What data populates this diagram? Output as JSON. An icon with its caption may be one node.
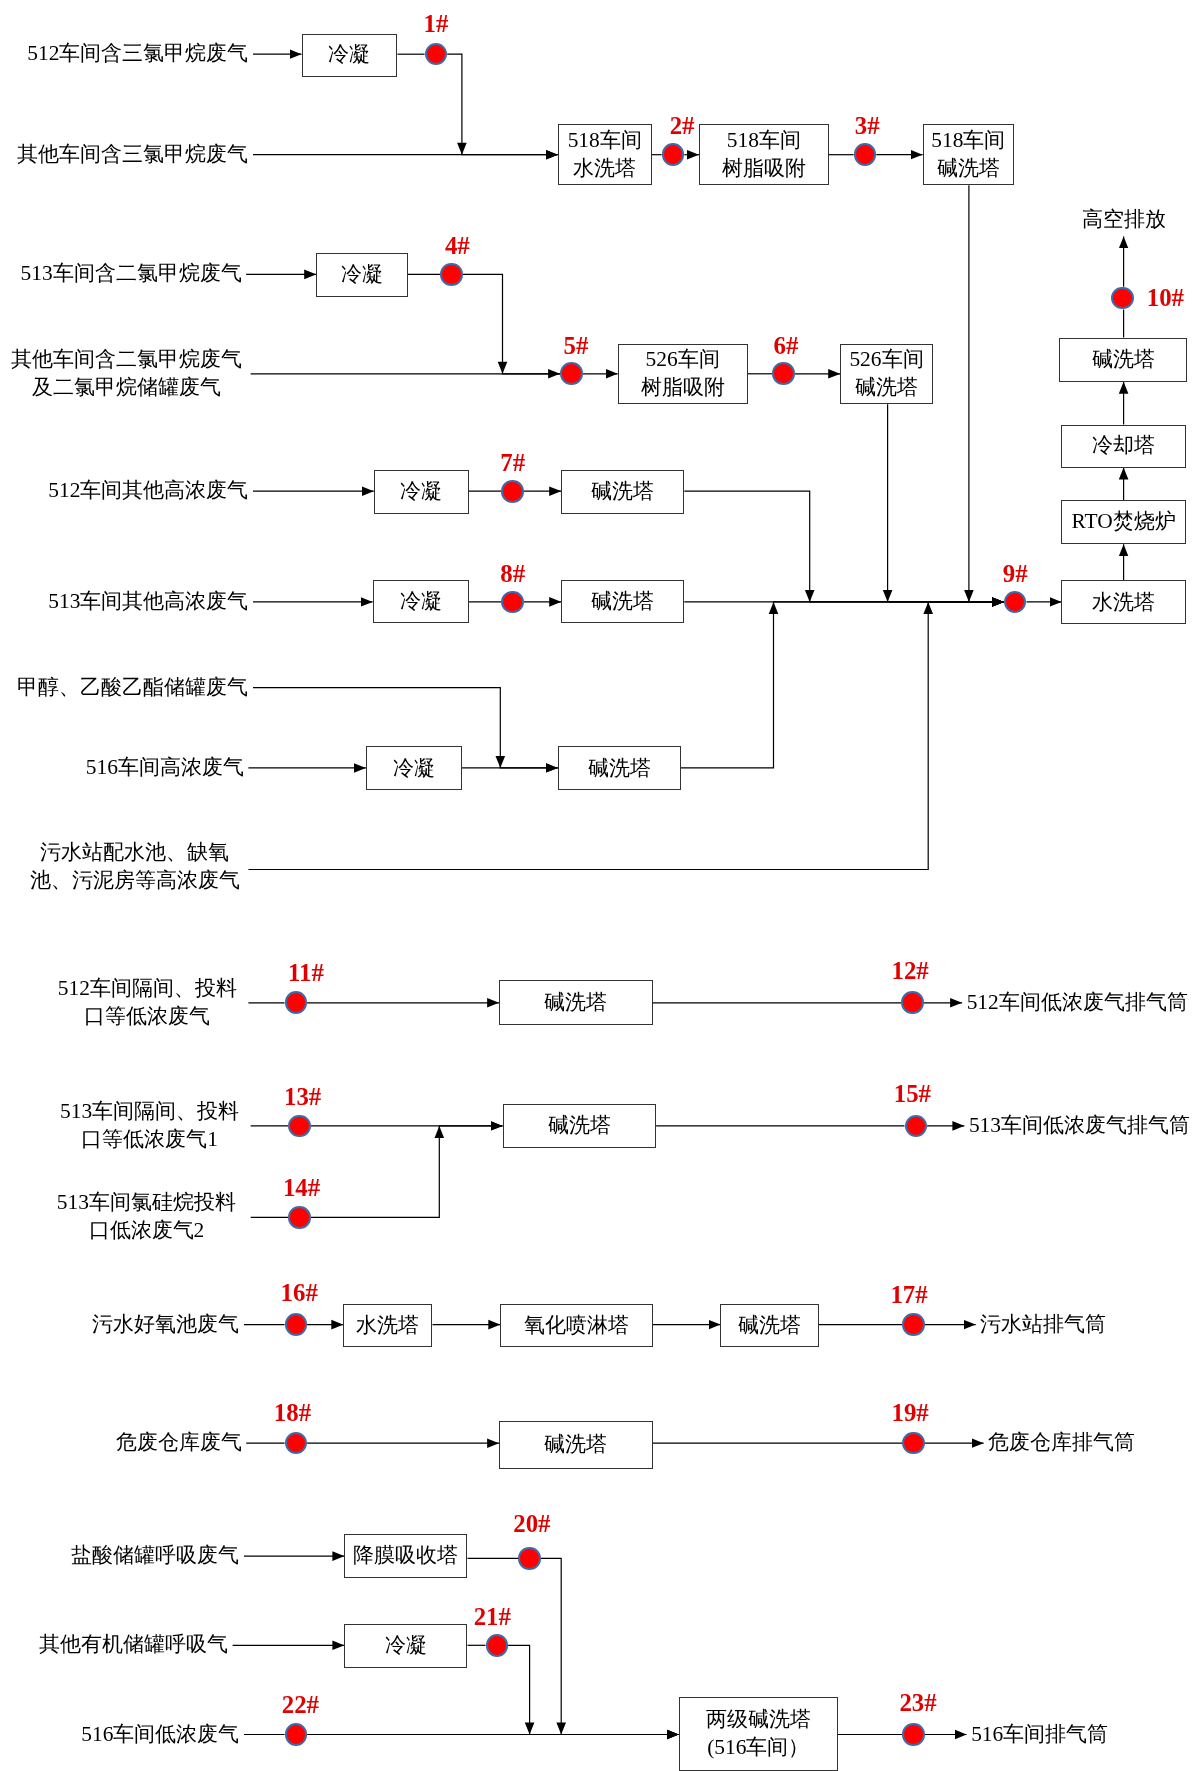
{
  "diagram": {
    "nodes": [
      {
        "text": [
          "512车间含三氯甲烷废气"
        ]
      },
      {
        "text": [
          "冷凝"
        ]
      },
      {
        "text": [
          "1#"
        ]
      },
      {
        "text": [
          "其他车间含三氯甲烷废气"
        ]
      },
      {
        "text": [
          "518车间水洗塔"
        ]
      },
      {
        "text": [
          "2#"
        ]
      },
      {
        "text": [
          "518车间树脂吸附"
        ]
      },
      {
        "text": [
          "3#"
        ]
      },
      {
        "text": [
          "518车间碱洗塔"
        ]
      },
      {
        "text": [
          "513车间含二氯甲烷废气"
        ]
      },
      {
        "text": [
          "冷凝"
        ]
      },
      {
        "text": [
          "4#"
        ]
      },
      {
        "text": [
          "其他车间含二氯甲烷废气及二氯甲烷储罐废气"
        ]
      },
      {
        "text": [
          "5#"
        ]
      },
      {
        "text": [
          "526车间树脂吸附"
        ]
      },
      {
        "text": [
          "6#"
        ]
      },
      {
        "text": [
          "526车间碱洗塔"
        ]
      },
      {
        "text": [
          "512车间其他高浓废气"
        ]
      },
      {
        "text": [
          "冷凝"
        ]
      },
      {
        "text": [
          "7#"
        ]
      },
      {
        "text": [
          "碱洗塔"
        ]
      },
      {
        "text": [
          "513车间其他高浓废气"
        ]
      },
      {
        "text": [
          "冷凝"
        ]
      },
      {
        "text": [
          "8#"
        ]
      },
      {
        "text": [
          "碱洗塔"
        ]
      },
      {
        "text": [
          "甲醇、乙酸乙酯储罐废气"
        ]
      },
      {
        "text": [
          "516车间高浓废气"
        ]
      },
      {
        "text": [
          "冷凝"
        ]
      },
      {
        "text": [
          "碱洗塔"
        ]
      },
      {
        "text": [
          "污水站配水池、缺氧池、污泥房等高浓废气"
        ]
      },
      {
        "text": [
          "9#"
        ]
      },
      {
        "text": [
          "水洗塔"
        ]
      },
      {
        "text": [
          "RTO焚烧炉"
        ]
      },
      {
        "text": [
          "冷却塔"
        ]
      },
      {
        "text": [
          "碱洗塔"
        ]
      },
      {
        "text": [
          "10#"
        ]
      },
      {
        "text": [
          "高空排放"
        ]
      },
      {
        "text": [
          "512车间隔间、投料口等低浓废气"
        ]
      },
      {
        "text": [
          "11#"
        ]
      },
      {
        "text": [
          "碱洗塔"
        ]
      },
      {
        "text": [
          "12#"
        ]
      },
      {
        "text": [
          "512车间低浓废气排气筒"
        ]
      },
      {
        "text": [
          "513车间隔间、投料口等低浓废气1"
        ]
      },
      {
        "text": [
          "13#"
        ]
      },
      {
        "text": [
          "碱洗塔"
        ]
      },
      {
        "text": [
          "15#"
        ]
      },
      {
        "text": [
          "513车间低浓废气排气筒"
        ]
      },
      {
        "text": [
          "513车间氯硅烷投料口低浓废气2"
        ]
      },
      {
        "text": [
          "14#"
        ]
      },
      {
        "text": [
          "污水好氧池废气"
        ]
      },
      {
        "text": [
          "16#"
        ]
      },
      {
        "text": [
          "水洗塔"
        ]
      },
      {
        "text": [
          "氧化喷淋塔"
        ]
      },
      {
        "text": [
          "碱洗塔"
        ]
      },
      {
        "text": [
          "17#"
        ]
      },
      {
        "text": [
          "污水站排气筒"
        ]
      },
      {
        "text": [
          "危废仓库废气"
        ]
      },
      {
        "text": [
          "18#"
        ]
      },
      {
        "text": [
          "碱洗塔"
        ]
      },
      {
        "text": [
          "19#"
        ]
      },
      {
        "text": [
          "危废仓库排气筒"
        ]
      },
      {
        "text": [
          "盐酸储罐呼吸废气"
        ]
      },
      {
        "text": [
          "降膜吸收塔"
        ]
      },
      {
        "text": [
          "20#"
        ]
      },
      {
        "text": [
          "其他有机储罐呼吸气"
        ]
      },
      {
        "text": [
          "冷凝"
        ]
      },
      {
        "text": [
          "21#"
        ]
      },
      {
        "text": [
          "516车间低浓废气"
        ]
      },
      {
        "text": [
          "22#"
        ]
      },
      {
        "text": [
          "两级碱洗塔(516车间）"
        ]
      },
      {
        "text": [
          "23#"
        ]
      },
      {
        "text": [
          "516车间排气筒"
        ]
      }
    ],
    "edges": [
      {
        "from": 0,
        "to": 1,
        "arrow": "to"
      },
      {
        "from": 1,
        "to": 2,
        "arrow": "none"
      },
      {
        "from": 2,
        "to": 4,
        "arrow": "to"
      },
      {
        "from": 3,
        "to": 4,
        "arrow": "to"
      },
      {
        "from": 4,
        "to": 5,
        "arrow": "none"
      },
      {
        "from": 5,
        "to": 6,
        "arrow": "to"
      },
      {
        "from": 6,
        "to": 7,
        "arrow": "none"
      },
      {
        "from": 7,
        "to": 8,
        "arrow": "to"
      },
      {
        "from": 8,
        "to": 30,
        "arrow": "to"
      },
      {
        "from": 9,
        "to": 10,
        "arrow": "to"
      },
      {
        "from": 10,
        "to": 11,
        "arrow": "none"
      },
      {
        "from": 11,
        "to": 13,
        "arrow": "to"
      },
      {
        "from": 12,
        "to": 13,
        "arrow": "none"
      },
      {
        "from": 13,
        "to": 14,
        "arrow": "to"
      },
      {
        "from": 14,
        "to": 15,
        "arrow": "none"
      },
      {
        "from": 15,
        "to": 16,
        "arrow": "to"
      },
      {
        "from": 16,
        "to": 30,
        "arrow": "to"
      },
      {
        "from": 17,
        "to": 18,
        "arrow": "to"
      },
      {
        "from": 18,
        "to": 19,
        "arrow": "none"
      },
      {
        "from": 19,
        "to": 20,
        "arrow": "to"
      },
      {
        "from": 20,
        "to": 30,
        "arrow": "to"
      },
      {
        "from": 21,
        "to": 22,
        "arrow": "to"
      },
      {
        "from": 22,
        "to": 23,
        "arrow": "none"
      },
      {
        "from": 23,
        "to": 24,
        "arrow": "to"
      },
      {
        "from": 24,
        "to": 30,
        "arrow": "none"
      },
      {
        "from": 25,
        "to": 28,
        "arrow": "to"
      },
      {
        "from": 26,
        "to": 27,
        "arrow": "to"
      },
      {
        "from": 27,
        "to": 28,
        "arrow": "to"
      },
      {
        "from": 28,
        "to": 30,
        "arrow": "to"
      },
      {
        "from": 29,
        "to": 30,
        "arrow": "to"
      },
      {
        "from": 30,
        "to": 31,
        "arrow": "to"
      },
      {
        "from": 31,
        "to": 32,
        "arrow": "to"
      },
      {
        "from": 32,
        "to": 33,
        "arrow": "to"
      },
      {
        "from": 33,
        "to": 34,
        "arrow": "to"
      },
      {
        "from": 34,
        "to": 35,
        "arrow": "none"
      },
      {
        "from": 35,
        "to": 36,
        "arrow": "to"
      },
      {
        "from": 37,
        "to": 38,
        "arrow": "none"
      },
      {
        "from": 38,
        "to": 39,
        "arrow": "to"
      },
      {
        "from": 39,
        "to": 40,
        "arrow": "none"
      },
      {
        "from": 40,
        "to": 41,
        "arrow": "to"
      },
      {
        "from": 42,
        "to": 43,
        "arrow": "none"
      },
      {
        "from": 43,
        "to": 44,
        "arrow": "to"
      },
      {
        "from": 47,
        "to": 48,
        "arrow": "none"
      },
      {
        "from": 48,
        "to": 44,
        "arrow": "to"
      },
      {
        "from": 44,
        "to": 45,
        "arrow": "none"
      },
      {
        "from": 45,
        "to": 46,
        "arrow": "to"
      },
      {
        "from": 49,
        "to": 50,
        "arrow": "none"
      },
      {
        "from": 50,
        "to": 51,
        "arrow": "to"
      },
      {
        "from": 51,
        "to": 52,
        "arrow": "to"
      },
      {
        "from": 52,
        "to": 53,
        "arrow": "to"
      },
      {
        "from": 53,
        "to": 54,
        "arrow": "none"
      },
      {
        "from": 54,
        "to": 55,
        "arrow": "to"
      },
      {
        "from": 56,
        "to": 57,
        "arrow": "none"
      },
      {
        "from": 57,
        "to": 58,
        "arrow": "to"
      },
      {
        "from": 58,
        "to": 59,
        "arrow": "none"
      },
      {
        "from": 59,
        "to": 60,
        "arrow": "to"
      },
      {
        "from": 61,
        "to": 62,
        "arrow": "to"
      },
      {
        "from": 62,
        "to": 63,
        "arrow": "none"
      },
      {
        "from": 63,
        "to": 69,
        "arrow": "to"
      },
      {
        "from": 64,
        "to": 65,
        "arrow": "to"
      },
      {
        "from": 65,
        "to": 66,
        "arrow": "none"
      },
      {
        "from": 66,
        "to": 69,
        "arrow": "to"
      },
      {
        "from": 67,
        "to": 68,
        "arrow": "none"
      },
      {
        "from": 68,
        "to": 69,
        "arrow": "to"
      },
      {
        "from": 69,
        "to": 70,
        "arrow": "none"
      },
      {
        "from": 70,
        "to": 71,
        "arrow": "to"
      }
    ]
  }
}
